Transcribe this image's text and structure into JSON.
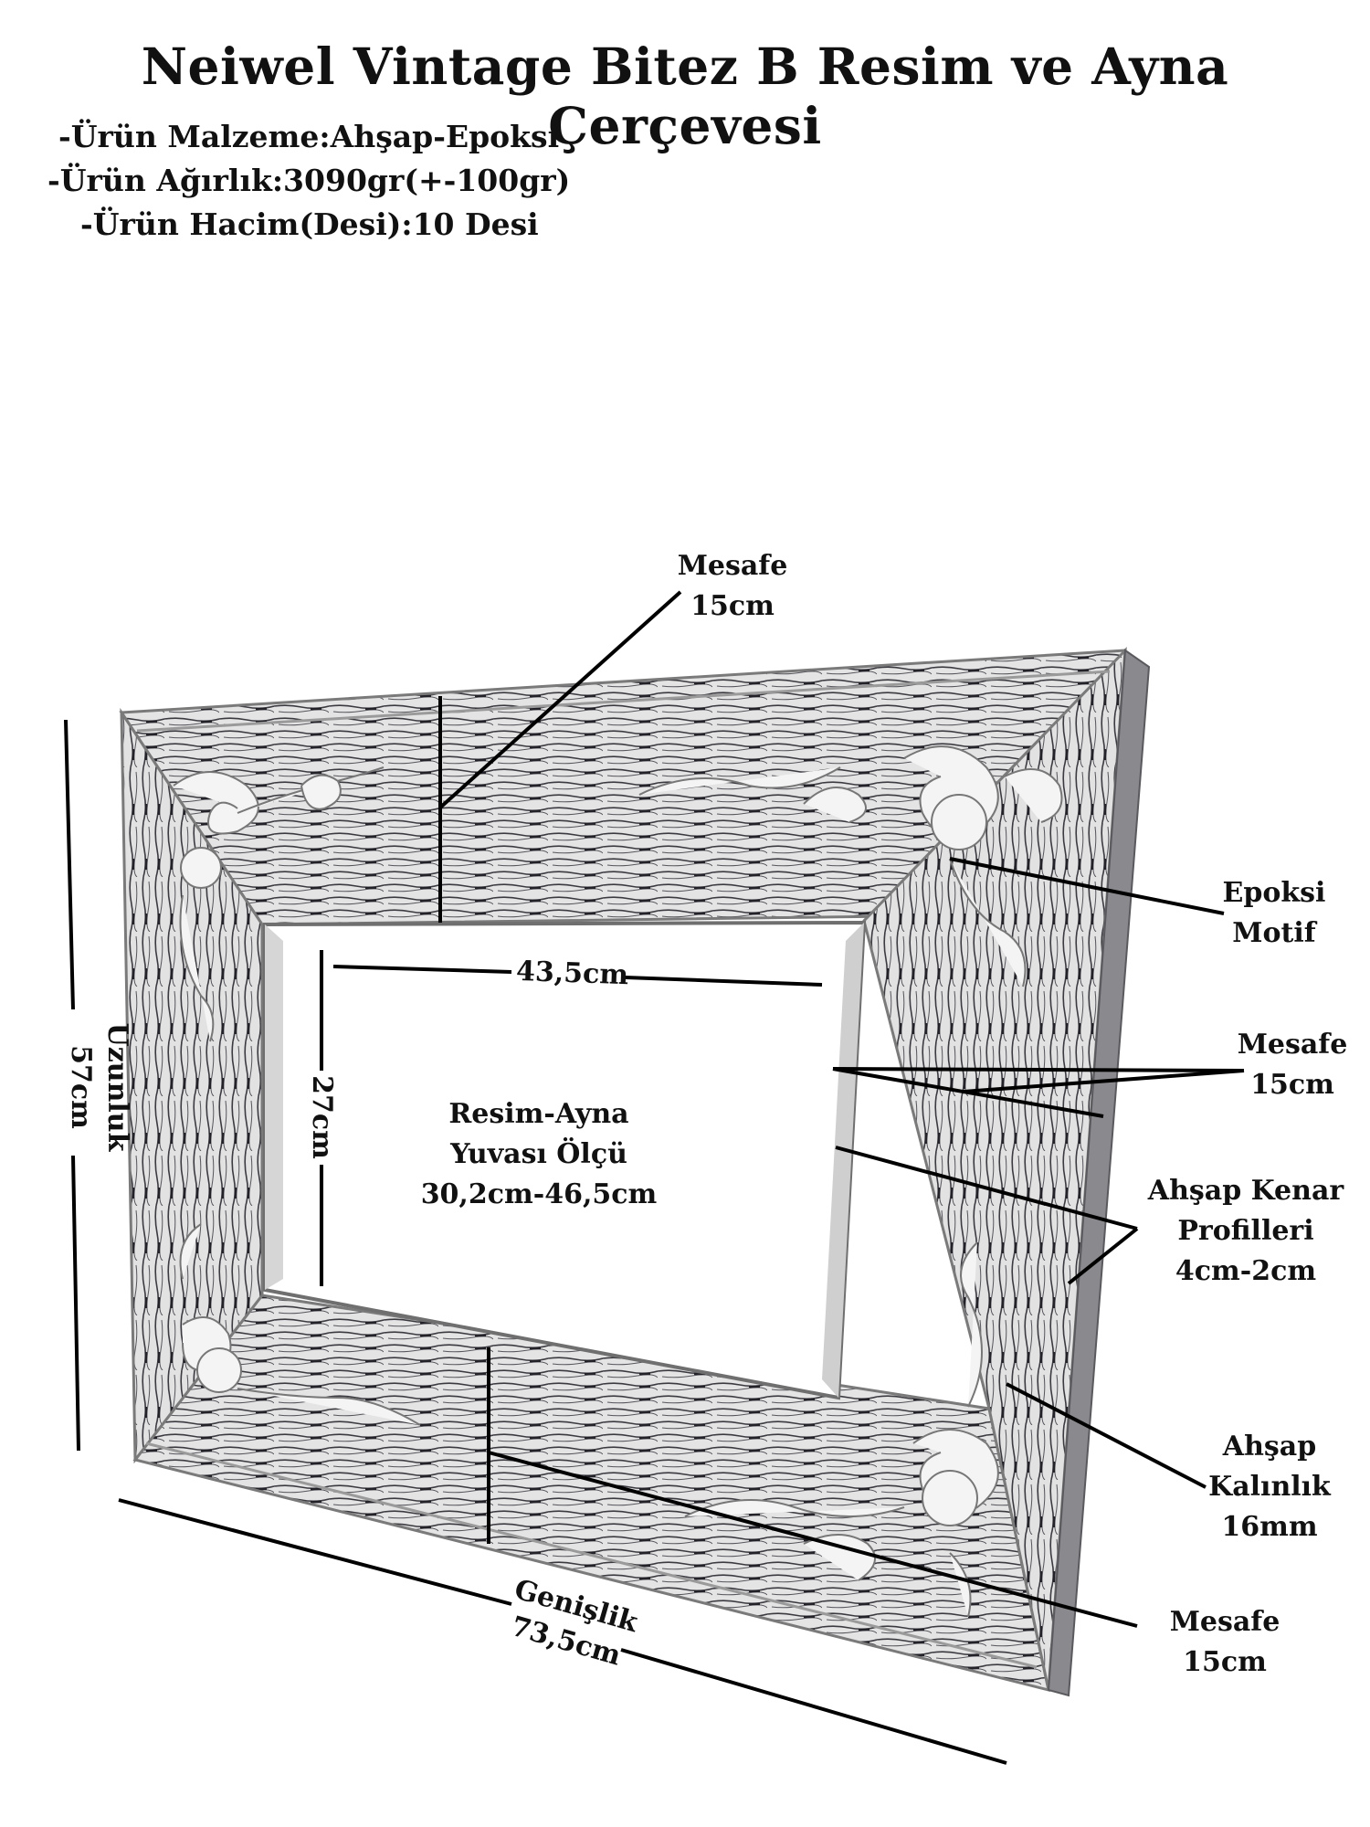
{
  "title": "Neiwel Vintage Bitez B Resim ve Ayna Çerçevesi",
  "specs": [
    "-Ürün Malzeme:Ahşap-Epoksi",
    "-Ürün Ağırlık:3090gr(+-100gr)",
    "-Ürün Hacim(Desi):10 Desi"
  ],
  "labels": {
    "mesafe_top": {
      "line1": "Mesafe",
      "line2": "15cm"
    },
    "epoksi": {
      "line1": "Epoksi",
      "line2": "Motif"
    },
    "mesafe_right": {
      "line1": "Mesafe",
      "line2": "15cm"
    },
    "profil": {
      "line1": "Ahşap Kenar",
      "line2": "Profilleri",
      "line3": "4cm-2cm"
    },
    "kalinlik": {
      "line1": "Ahşap",
      "line2": "Kalınlık",
      "line3": "16mm"
    },
    "mesafe_bottom": {
      "line1": "Mesafe",
      "line2": "15cm"
    },
    "opening": {
      "line1": "Resim-Ayna",
      "line2": "Yuvası Ölçü",
      "line3": "30,2cm-46,5cm"
    },
    "inner_width": "43,5cm",
    "inner_height": "27cm",
    "height": {
      "line1": "Uzunluk",
      "line2": "57cm"
    },
    "width": {
      "line1": "Genişlik",
      "line2": "73,5cm"
    }
  },
  "colors": {
    "frame_paint": "#e6e6e6",
    "frame_grain": "#2b2b30",
    "ornament": "#f4f4f4",
    "line": "#000000"
  }
}
